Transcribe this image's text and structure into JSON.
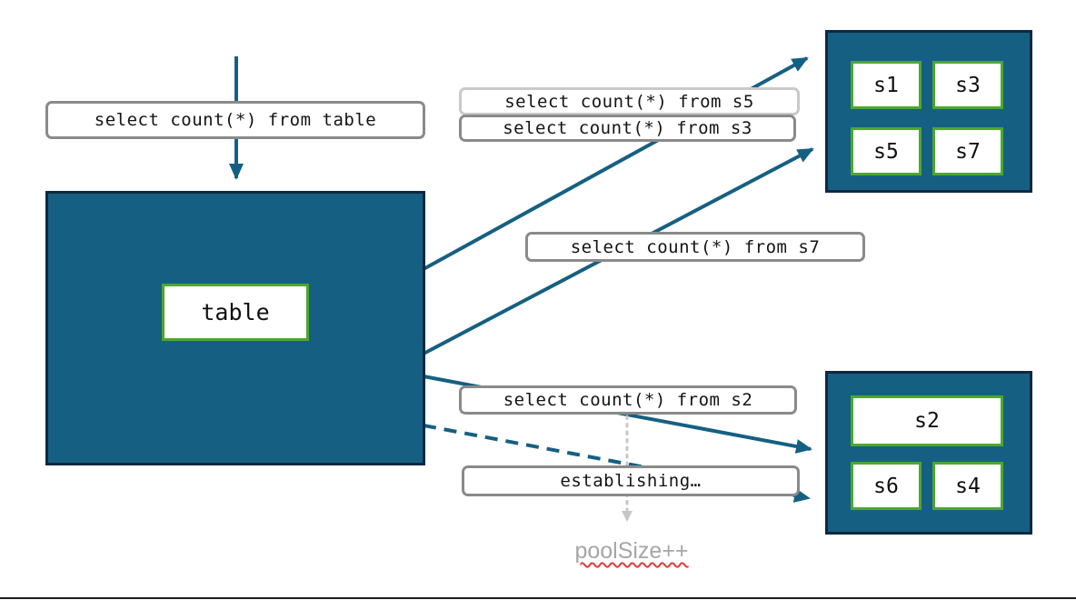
{
  "queries": {
    "table": "select count(*) from table",
    "s5": "select count(*) from s5",
    "s3": "select count(*) from s3",
    "s7": "select count(*) from s7",
    "s2": "select count(*) from s2",
    "establishing": "establishing…",
    "pool_size": "poolSize++"
  },
  "table_box": {
    "label": "table"
  },
  "shards_top": [
    "s1",
    "s3",
    "s5",
    "s7"
  ],
  "shards_bottom": [
    "s2",
    "s6",
    "s4"
  ],
  "colors": {
    "teal_fill": "#156082",
    "dark_border": "#0E2841",
    "green_border": "#4EA72E",
    "gray_label_border": "#8A8A8A",
    "light_gray_label_border": "#C9C9C9",
    "muted_gray_text": "#A6A6A6",
    "squiggle_red": "#E03B3B"
  }
}
